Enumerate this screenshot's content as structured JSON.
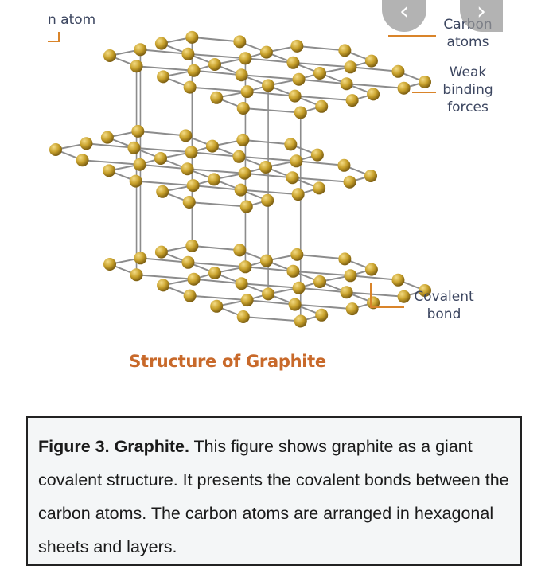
{
  "diagram": {
    "title": "Structure of Graphite",
    "labels": {
      "atom_partial": "n atom",
      "carbon_atoms": [
        "Carbon",
        "atoms"
      ],
      "weak_forces": [
        "Weak",
        "binding",
        "forces"
      ],
      "covalent_bond": [
        "Covalent",
        "bond"
      ]
    },
    "nav": {
      "prev": "‹",
      "next": "›"
    },
    "colors": {
      "atom": "#c9a22c",
      "bond": "#8c8c8c",
      "pointer": "#d9842a",
      "title": "#c8692a"
    }
  },
  "caption": {
    "title": "Figure 3. Graphite.",
    "body": " This figure shows graphite as a giant covalent structure. It presents the covalent bonds between the carbon atoms. The carbon atoms are arranged in hexagonal sheets and layers."
  }
}
